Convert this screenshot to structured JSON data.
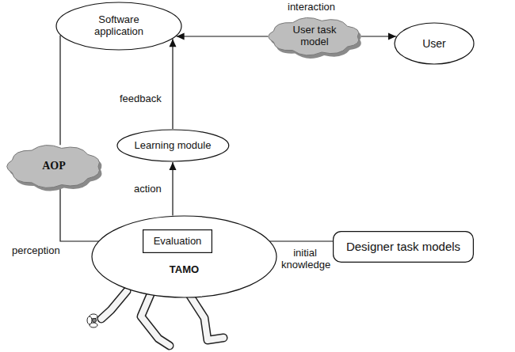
{
  "diagram": {
    "nodes": [
      {
        "text": [
          "Software application"
        ]
      },
      {
        "text": [
          "User task model"
        ]
      },
      {
        "text": [
          "User"
        ]
      },
      {
        "text": [
          "Learning module"
        ]
      },
      {
        "text": [
          "AOP"
        ]
      },
      {
        "text": [
          "TAMO"
        ]
      },
      {
        "text": [
          "Evaluation"
        ],
        "in": 5
      },
      {
        "text": [
          "Designer task models"
        ]
      }
    ],
    "edges": [
      {
        "from": 1,
        "to": 0,
        "arrow": "to"
      },
      {
        "from": 1,
        "to": 2,
        "arrow": "to"
      },
      {
        "from": 3,
        "to": 0,
        "label": "feedback",
        "arrow": "to"
      },
      {
        "from": 5,
        "to": 3,
        "label": "action",
        "arrow": "to"
      },
      {
        "from": 0,
        "to": 4,
        "arrow": "none"
      },
      {
        "from": 4,
        "to": 6,
        "label": "perception",
        "arrow": "to"
      },
      {
        "from": 7,
        "to": 6,
        "label": "initial knowledge",
        "arrow": "to"
      }
    ],
    "labels": [
      "interaction"
    ]
  }
}
